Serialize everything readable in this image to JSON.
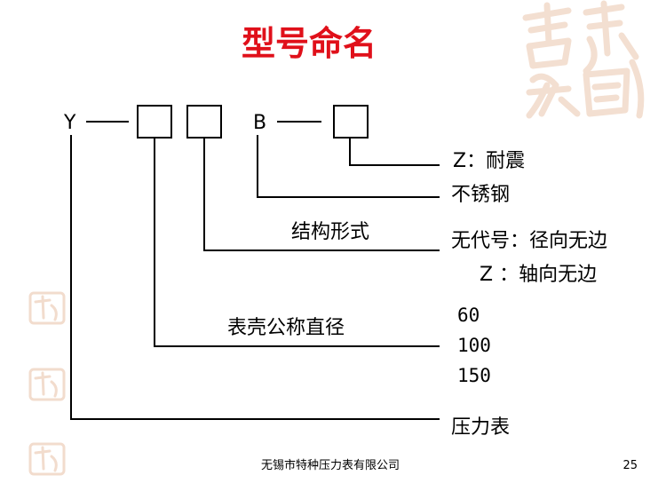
{
  "slide": {
    "title": "型号命名",
    "footer_company": "无锡市特种压力表有限公司",
    "page_number": "25"
  },
  "diagram": {
    "code_prefix": "Y",
    "code_b": "B",
    "labels": {
      "seismic": "Z：耐震",
      "stainless": "不锈钢",
      "structure": "结构形式",
      "no_code": "无代号：径向无边",
      "z_code": "Z ：轴向无边",
      "dial_size": "表壳公称直径",
      "size_60": "60",
      "size_100": "100",
      "size_150": "150",
      "gauge": "压力表"
    }
  },
  "watermark": {
    "text": "吉祥如意",
    "color": "#f0d6c4"
  }
}
